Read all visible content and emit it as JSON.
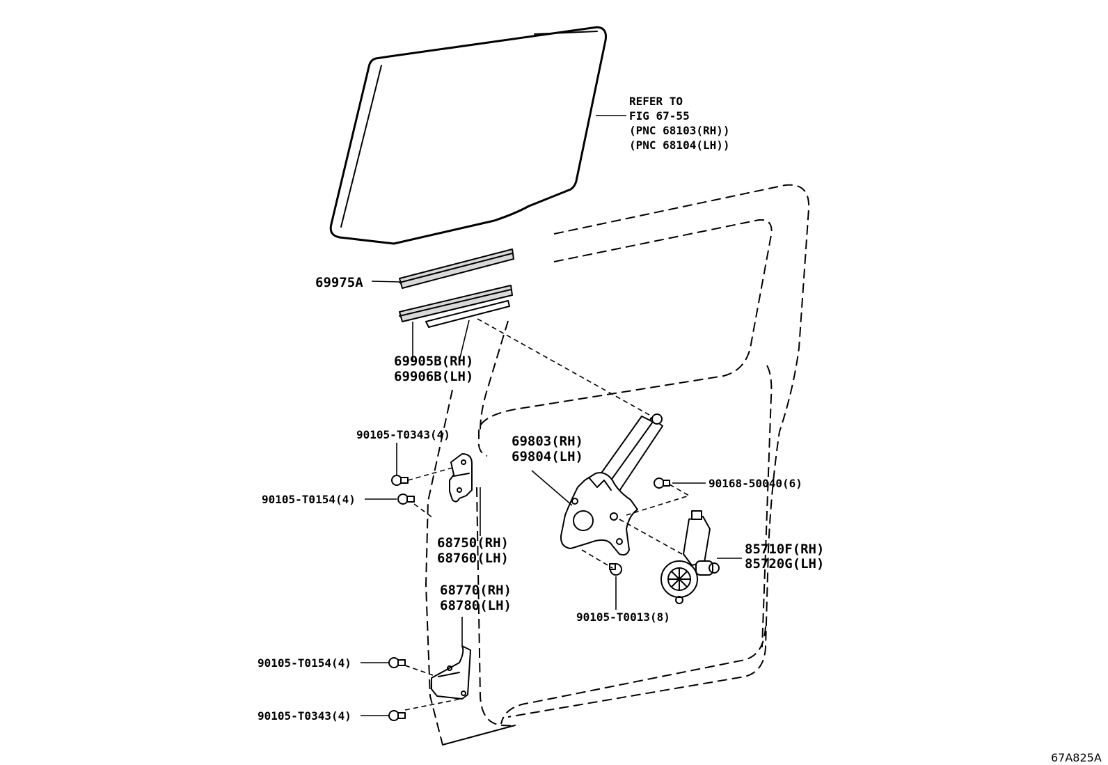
{
  "diagram": {
    "figure_code": "67A825A",
    "callouts": {
      "glass_ref": [
        "REFER TO",
        "FIG 67-55",
        "(PNC 68103(RH))",
        "(PNC 68104(LH))"
      ],
      "weatherstrip_outer": "69975A",
      "weatherstrip_inner": [
        "69905B(RH)",
        "69906B(LH)"
      ],
      "regulator": [
        "69803(RH)",
        "69804(LH)"
      ],
      "motor": [
        "85710F(RH)",
        "85720G(LH)"
      ],
      "hinge_upper": [
        "68750(RH)",
        "68760(LH)"
      ],
      "hinge_lower": [
        "68770(RH)",
        "68780(LH)"
      ],
      "bolt_upper_hinge_top": "90105-T0343(4)",
      "bolt_upper_hinge_bottom": "90105-T0154(4)",
      "bolt_regulator_top": "90168-50040(6)",
      "bolt_regulator_bottom": "90105-T0013(8)",
      "bolt_lower_hinge_top": "90105-T0154(4)",
      "bolt_lower_hinge_bottom": "90105-T0343(4)"
    }
  }
}
